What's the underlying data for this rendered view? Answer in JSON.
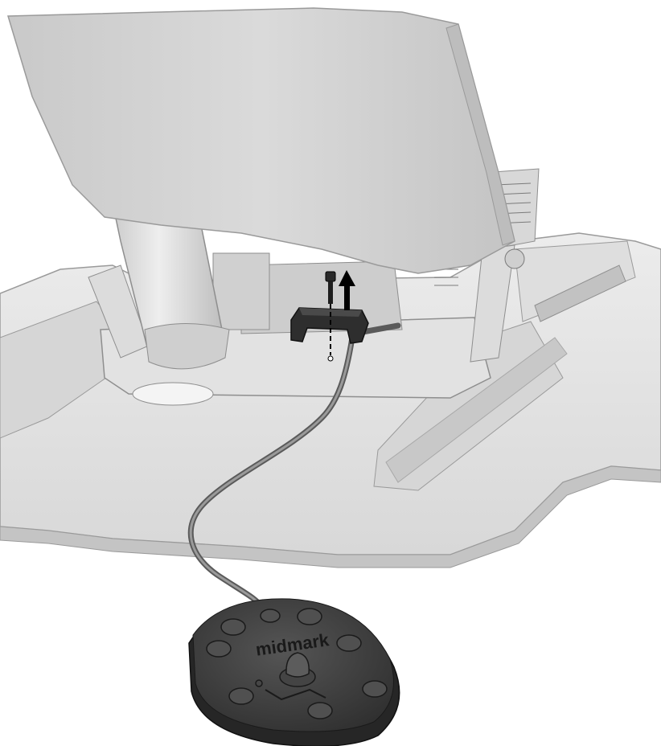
{
  "diagram": {
    "logo_text": "midmark",
    "colors": {
      "base": "#e4e4e4",
      "base_shadow": "#b9b9b9",
      "backrest": "#d2d2d2",
      "backrest_edge": "#bdbdbd",
      "outline": "#1a1a1a",
      "cable": "#7e7e7e",
      "clip": "#2e2e2e",
      "pedal": "#3c3c3c",
      "pedal_top": "#4b4b4b",
      "arrow": "#000000"
    },
    "callouts": {
      "screw": "screw-icon",
      "removal_direction": "up-arrow-icon",
      "cable_clip": "cable-clip",
      "foot_control": "foot-control"
    }
  }
}
